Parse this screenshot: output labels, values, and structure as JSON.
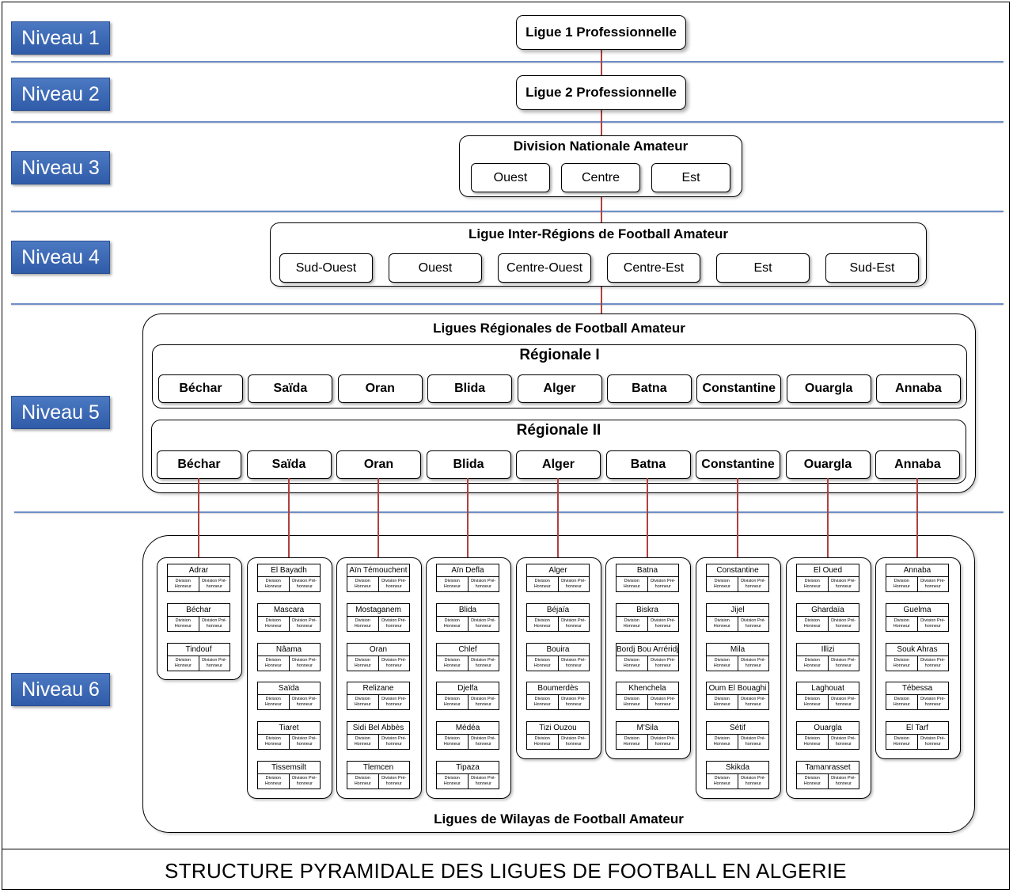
{
  "levels": [
    "Niveau 1",
    "Niveau 2",
    "Niveau 3",
    "Niveau 4",
    "Niveau 5",
    "Niveau 6"
  ],
  "ligue1": "Ligue 1 Professionnelle",
  "ligue2": "Ligue 2 Professionnelle",
  "dna": {
    "title": "Division Nationale Amateur",
    "groups": [
      "Ouest",
      "Centre",
      "Est"
    ]
  },
  "lirfa": {
    "title": "Ligue Inter-Régions de Football Amateur",
    "groups": [
      "Sud-Ouest",
      "Ouest",
      "Centre-Ouest",
      "Centre-Est",
      "Est",
      "Sud-Est"
    ]
  },
  "lrfa": {
    "title": "Ligues Régionales de Football Amateur",
    "regionale1": {
      "title": "Régionale I",
      "leagues": [
        "Béchar",
        "Saïda",
        "Oran",
        "Blida",
        "Alger",
        "Batna",
        "Constantine",
        "Ouargla",
        "Annaba"
      ]
    },
    "regionale2": {
      "title": "Régionale II",
      "leagues": [
        "Béchar",
        "Saïda",
        "Oran",
        "Blida",
        "Alger",
        "Batna",
        "Constantine",
        "Ouargla",
        "Annaba"
      ]
    }
  },
  "lwfa": {
    "title": "Ligues de Wilayas de Football Amateur",
    "division_labels": [
      "Division Honneur",
      "Division Pré-honneur"
    ],
    "columns": [
      [
        "Adrar",
        "Béchar",
        "Tindouf"
      ],
      [
        "El Bayadh",
        "Mascara",
        "Nâama",
        "Saïda",
        "Tiaret",
        "Tissemsilt"
      ],
      [
        "Aïn Témouchent",
        "Mostaganem",
        "Oran",
        "Relizane",
        "Sidi Bel Abbès",
        "Tlemcen"
      ],
      [
        "Aïn Defla",
        "Blida",
        "Chlef",
        "Djelfa",
        "Médéa",
        "Tipaza"
      ],
      [
        "Alger",
        "Béjaïa",
        "Bouira",
        "Boumerdès",
        "Tizi Ouzou"
      ],
      [
        "Batna",
        "Biskra",
        "Bordj Bou Arréridj",
        "Khenchela",
        "M'Sila"
      ],
      [
        "Constantine",
        "Jijel",
        "Mila",
        "Oum El Bouaghi",
        "Sétif",
        "Skikda"
      ],
      [
        "El Oued",
        "Ghardaïa",
        "Illizi",
        "Laghouat",
        "Ouargla",
        "Tamanrasset"
      ],
      [
        "Annaba",
        "Guelma",
        "Souk Ahras",
        "Tébessa",
        "El Tarf"
      ]
    ]
  },
  "footer_title": "STRUCTURE PYRAMIDALE DES LIGUES DE FOOTBALL EN ALGERIE",
  "colors": {
    "level_badge": "#3a66b3",
    "separator": "#6e8fc8",
    "connector": "#b04040"
  }
}
